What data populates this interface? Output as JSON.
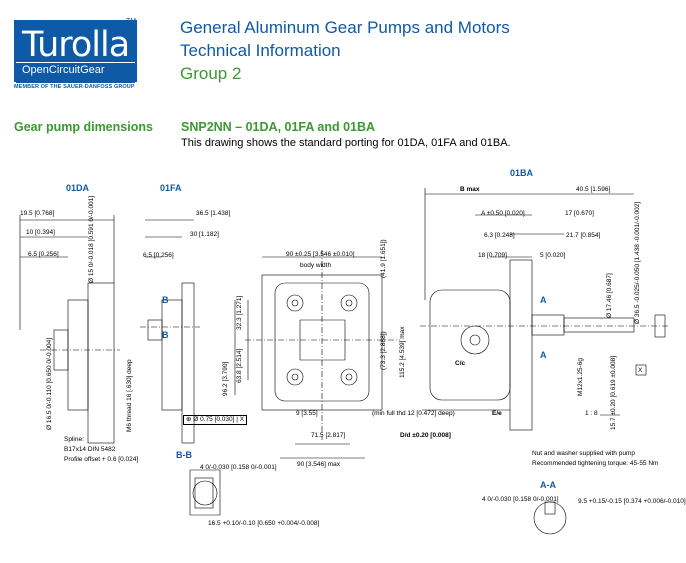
{
  "header": {
    "logo_text": "Turolla",
    "logo_sub": "OpenCircuitGear",
    "trademark": "TM",
    "member": "MEMBER OF THE SAUER-DANFOSS GROUP",
    "title_line1": "General Aluminum Gear Pumps and Motors",
    "title_line2": "Technical Information",
    "title_line3": "Group 2"
  },
  "section": {
    "title": "Gear pump dimensions",
    "model": "SNP2NN – 01DA, 01FA and 01BA",
    "description": "This drawing shows the standard porting for 01DA, 01FA and 01BA."
  },
  "views": {
    "v01da": "01DA",
    "v01fa": "01FA",
    "v01ba": "01BA",
    "bb": "B-B",
    "aa": "A-A",
    "b": "B",
    "a": "A"
  },
  "dims_01da": {
    "d1": "19.5 [0.768]",
    "d2": "10 [0.394]",
    "d3": "6.5 [0.256]",
    "d4": "Ø 15 0/-0.018 [0.591 0/-0.001]",
    "d5": "Ø 16.5 0/-0.110 [0.650 0/-0.004]",
    "d6": "M6 thread 16 [.630] deep",
    "spline1": "Spline:",
    "spline2": "B17x14 DIN 5482",
    "spline3": "Profile offset + 0.6 [0.024]"
  },
  "dims_01fa": {
    "d1": "36.5 [1.438]",
    "d2": "30 [1.182]",
    "d3": "6.5 [0.256]",
    "d4": "96.2 [3.790]",
    "d5": "63.8 [2.514]",
    "d6": "32.3 [1.271]",
    "tol": "Ø 0.75 [0.030]",
    "tol_x": "X",
    "d7": "9 [3.55]"
  },
  "dims_center": {
    "d1": "90 ±0.25 [3.546 ±0.010]",
    "d1b": "body width",
    "d2": "(41.9 [1.651])",
    "d3": "(73.3 [2.888])",
    "d4": "115.2 [4.539] max",
    "d5": "(min full thd 12 [0.472] deep)",
    "d6": "71.5 [2.817]",
    "d7": "90 [3.546] max",
    "ee": "E/e",
    "cc": "C/c"
  },
  "dims_01ba": {
    "bmax": "B max",
    "d1": "40.5 [1.596]",
    "d2": "A ±0.50 [0.020]",
    "d3": "17 [0.670]",
    "d4": "6.3 [0.248]",
    "d5": "21.7 [0.854]",
    "d6": "18 [0.709]",
    "d7": "5 [0.020]",
    "d8": "Ø 17.46 [0.687]",
    "d9": "Ø 36.5 -0.025/-0.050 [1.438 -0.001/-0.002]",
    "d10": "M12x1.25-6g",
    "d11": "15.7 ±0.20 [0.619 ±0.008]",
    "d12": "D/d ±0.20 [0.008]",
    "taper": "1 : 8",
    "x": "X",
    "nut1": "Nut and washer supplied with pump",
    "nut2": "Recommended tightening torque: 45-55 Nm"
  },
  "dims_bb": {
    "d1": "4 0/-0.030 [0.158 0/-0.001]",
    "d2": "16.5 +0.10/-0.10 [0.650 +0.004/-0.008]"
  },
  "dims_aa": {
    "d1": "4 0/-0.030 [0.158 0/-0.001]",
    "d2": "9.5 +0.15/-0.15 [0.374 +0.006/-0.010]"
  },
  "colors": {
    "brand_blue": "#0e5aa7",
    "group_green": "#3a9a2f",
    "line": "#000000"
  }
}
